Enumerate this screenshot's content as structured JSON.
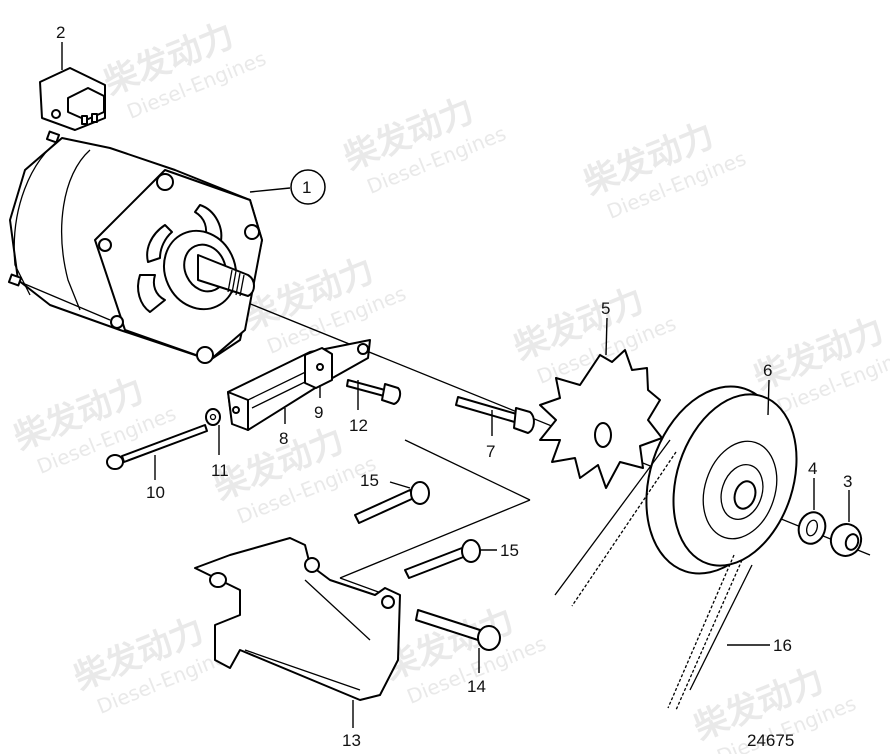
{
  "diagram": {
    "type": "exploded-parts-diagram",
    "subject": "alternator and belt drive assembly",
    "figure_number": "24675",
    "watermark": {
      "chinese_text": "柴发动力",
      "english_text": "Diesel-Engines"
    },
    "callouts": [
      {
        "id": "1",
        "label": "1",
        "part": "alternator",
        "circled": true
      },
      {
        "id": "2",
        "label": "2",
        "part": "voltage regulator"
      },
      {
        "id": "3",
        "label": "3",
        "part": "nut"
      },
      {
        "id": "4",
        "label": "4",
        "part": "washer"
      },
      {
        "id": "5",
        "label": "5",
        "part": "fan"
      },
      {
        "id": "6",
        "label": "6",
        "part": "pulley"
      },
      {
        "id": "7",
        "label": "7",
        "part": "bolt"
      },
      {
        "id": "8",
        "label": "8",
        "part": "tensioner bracket"
      },
      {
        "id": "9",
        "label": "9",
        "part": "block"
      },
      {
        "id": "10",
        "label": "10",
        "part": "long bolt"
      },
      {
        "id": "11",
        "label": "11",
        "part": "washer"
      },
      {
        "id": "12",
        "label": "12",
        "part": "bolt"
      },
      {
        "id": "13",
        "label": "13",
        "part": "mounting bracket"
      },
      {
        "id": "14",
        "label": "14",
        "part": "bolt"
      },
      {
        "id": "15a",
        "label": "15",
        "part": "flange bolt"
      },
      {
        "id": "15b",
        "label": "15",
        "part": "flange bolt"
      },
      {
        "id": "16",
        "label": "16",
        "part": "V-belt"
      }
    ]
  }
}
